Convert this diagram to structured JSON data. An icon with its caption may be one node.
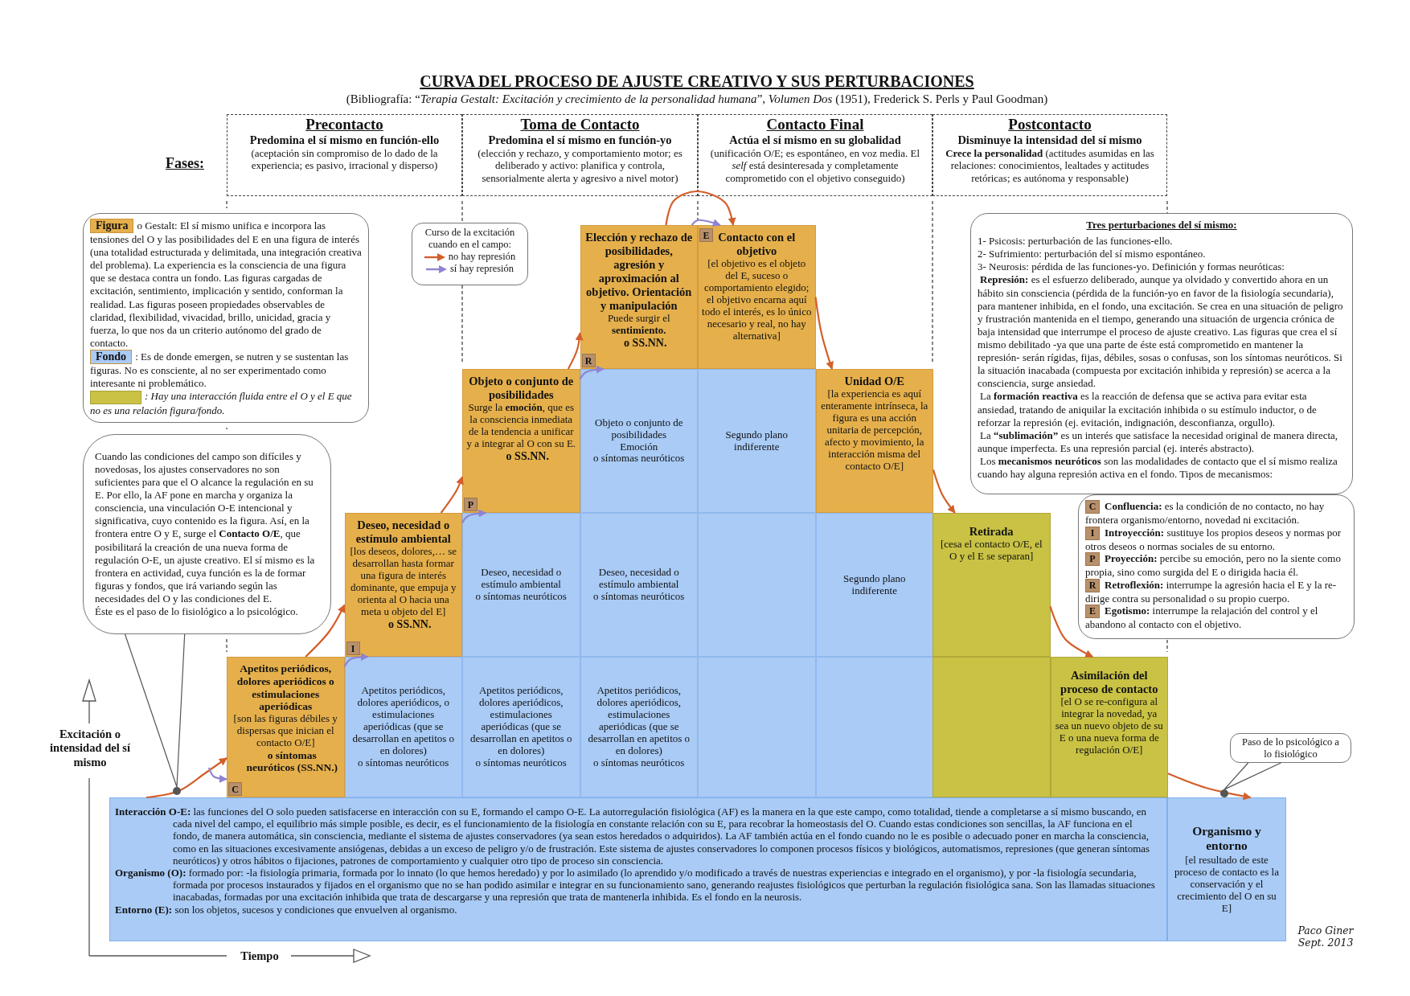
{
  "diagram": {
    "title": "CURVA DEL PROCESO DE AJUSTE CREATIVO Y SUS PERTURBACIONES",
    "nodes": [
      {
        "text": [
          "Precontacto",
          "Predomina el sí mismo en función-ello",
          "(aceptación sin compromiso de lo dado de la experiencia; es pasivo, irracional y disperso)"
        ]
      },
      {
        "text": [
          "Toma de Contacto",
          "Predomina el sí mismo en función-yo",
          "(elección y rechazo, y comportamiento motor; es deliberado y activo: planifica y controla, sensorialmente alerta y agresivo a nivel motor)"
        ]
      },
      {
        "text": [
          "Contacto Final",
          "Actúa el sí mismo en su globalidad",
          "(unificación O/E; es espontáneo, en voz media. El *self* está desinteresada y completamente comprometido con el objetivo conseguido)"
        ]
      },
      {
        "text": [
          "Postcontacto",
          "Disminuye la intensidad del sí mismo",
          "**Crece la personalidad** (actitudes asumidas en las relaciones: conocimientos, lealtades y actitudes retóricas; es autónoma y responsable)"
        ]
      },
      {
        "text": [
          "o Gestalt: El sí mismo unifica e incorpora las tensiones del O y las posibilidades del E en una figura de interés (una totalidad estructurada y delimitada, una integración creativa del problema). La experiencia es la consciencia de una figura que se destaca contra un fondo. Las figuras cargadas de excitación, sentimiento, implicación y sentido, conforman la realidad. Las figuras poseen propiedades observables de claridad, flexibilidad, vivacidad, brillo, unicidad, gracia y fuerza, lo que nos da un criterio autónomo del grado de contacto.",
          ": Es de donde emergen, se nutren y se sustentan las figuras. No es consciente, al no ser experimentado como interesante ni problemático."
        ]
      },
      {
        "text": [
          "Curso de la excitación cuando en el campo:"
        ]
      },
      {
        "text": [
          "Cuando las condiciones del campo son difíciles y novedosas, los ajustes conservadores no son suficientes para que el O alcance la regulación en su E. Por ello, la AF pone en marcha y organiza la consciencia, una vinculación O-E intencional y significativa, cuyo contenido es la figura. Así, en la frontera entre O y E, surge el **Contacto O/E**, que posibilitará la creación de una nueva forma de regulación O-E, un ajuste creativo. El sí mismo es la frontera en actividad, cuya función es la de formar figuras y fondos, que irá variando según las necesidades del O y las condiciones del E.",
          "Éste es el paso de lo fisiológico a lo psicológico."
        ]
      },
      {
        "text": [
          "Tres perturbaciones del sí mismo:",
          "1- Psicosis: perturbación de las funciones-ello.",
          "2- Sufrimiento: perturbación del sí mismo espontáneo.",
          "3- Neurosis: pérdida de las funciones-yo. Definición y formas neuróticas:",
          "**Represión:** es el esfuerzo deliberado, aunque ya olvidado y convertido ahora en un hábito sin consciencia (pérdida de la función-yo en favor de la fisiología secundaria), para mantener inhibida, en el fondo, una excitación. Se crea en una situación de peligro y frustración mantenida en el tiempo, generando una situación de urgencia crónica de baja intensidad que interrumpe el proceso de ajuste creativo. Las figuras que crea el sí mismo debilitado -ya que una parte de éste está comprometido en mantener la represión- serán rígidas, fijas, débiles, sosas o confusas, son los síntomas neuróticos. Si la situación inacabada (compuesta por excitación inhibida y represión) se acerca a la consciencia, surge ansiedad.",
          "La **formación reactiva** es la reacción de defensa que se activa para evitar esta ansiedad, tratando de aniquilar la excitación inhibida o su estímulo inductor, o de reforzar la represión (ej. evitación, indignación, desconfianza, orgullo).",
          "La **“sublimación”** es un interés que satisface la necesidad original de manera directa, aunque imperfecta. Es una represión parcial (ej. interés abstracto).",
          "Los **mecanismos neuróticos** son las modalidades de contacto que el sí mismo realiza cuando hay alguna represión activa en el fondo. Tipos de mecanismos:"
        ]
      },
      {
        "text": [
          "C",
          "**Confluencia:** es la condición de no contacto, no hay frontera organismo/entorno, novedad ni excitación.",
          "I",
          "**Introyección:** sustituye los propios deseos y normas por otros deseos o normas sociales de su entorno.",
          "P",
          "**Proyección:** percibe su emoción, pero no la siente como propia, sino como surgida del E o dirigida hacia él.",
          "R",
          "**Retroflexión:** interrumpe la agresión hacia el E y la re-dirige contra su personalidad o su propio cuerpo.",
          "E",
          "**Egotismo:** interrumpe la relajación del control y el abandono al contacto con el objetivo."
        ]
      },
      {
        "text": [
          "Apetitos periódicos, dolores aperiódicos o estimulaciones aperiódicas",
          "[son las figuras débiles y dispersas que inician el contacto O/E]",
          "o síntomas neuróticos (SS.NN.)",
          "C"
        ]
      },
      {
        "text": [
          "Apetitos periódicos, dolores aperiódicos, o estimulaciones aperiódicas (que se desarrollan en apetitos o en dolores)",
          "o síntomas neuróticos"
        ]
      },
      {
        "text": [
          "Deseo, necesidad o estímulo ambiental",
          "[los deseos, dolores,… se desarrollan hasta formar una figura de interés dominante, que empuja y orienta al O hacia una meta u objeto del E]",
          "o SS.NN.",
          "I"
        ]
      },
      {
        "text": [
          "Apetitos periódicos, dolores aperiódicos, estimulaciones aperiódicas (que se desarrollan en apetitos o en dolores)",
          "o síntomas neuróticos"
        ]
      },
      {
        "text": [
          "Deseo, necesidad o estímulo ambiental",
          "o síntomas neuróticos"
        ]
      },
      {
        "text": [
          "Objeto o conjunto de posibilidades",
          "Surge la **emoción**, que es la consciencia inmediata de la tendencia a unificar y a integrar al O con su E.",
          "o SS.NN.",
          "P"
        ]
      },
      {
        "text": [
          "Apetitos periódicos, dolores aperiódicos, estimulaciones aperiódicas (que se desarrollan en apetitos o en dolores)",
          "o síntomas neuróticos"
        ]
      },
      {
        "text": [
          "Deseo, necesidad o estímulo ambiental",
          "o síntomas neuróticos"
        ]
      },
      {
        "text": [
          "Objeto o conjunto de posibilidades",
          "Emoción",
          "o síntomas neuróticos"
        ]
      },
      {
        "text": [
          "Elección y rechazo de posibilidades, agresión y aproximación al objetivo. Orientación y manipulación",
          "Puede surgir el **sentimiento.**",
          "o SS.NN.",
          "R"
        ]
      },
      {
        "text": [],
        "shape": "box"
      },
      {
        "text": [],
        "shape": "box"
      },
      {
        "text": [
          "Segundo plano indiferente"
        ]
      },
      {
        "text": [
          "E",
          "Contacto con el objetivo",
          "[el objetivo es el objeto del E, suceso o comportamiento elegido; el objetivo encarna aquí todo el interés, es lo único necesario y real, no hay alternativa]"
        ]
      },
      {
        "text": [],
        "shape": "box"
      },
      {
        "text": [
          "Segundo plano indiferente"
        ]
      },
      {
        "text": [
          "Unidad O/E",
          "[la experiencia es aquí enteramente intrínseca, la figura es una acción unitaria de percepción, afecto y movimiento, la interacción misma del contacto O/E]"
        ]
      },
      {
        "text": [],
        "shape": "box"
      },
      {
        "text": [
          "Retirada",
          "[cesa el contacto O/E, el O y el E se separan]"
        ]
      },
      {
        "text": [
          "Asimilación del proceso de contacto",
          "[el O se re-configura al integrar la novedad, ya sea un nuevo objeto de su E o una nueva forma de regulación O/E]"
        ]
      },
      {
        "text": [
          "Paso de lo psicológico a lo fisiológico"
        ]
      },
      {
        "text": [],
        "shape": "circle"
      },
      {
        "text": [],
        "shape": "circle"
      },
      {
        "text": [
          "**Interacción O-E:** las funciones del O solo pueden satisfacerse en interacción con su E, formando el campo O-E. La autorregulación fisiológica (AF) es la manera en la que este campo, como totalidad, tiende a completarse a sí mismo buscando, en cada nivel del campo, el equilibrio más simple posible, es decir, es el funcionamiento de la fisiología en constante relación con su E, para recobrar la homeostasis del O. Cuando estas condiciones son sencillas, la AF funciona en el fondo, de manera automática, sin consciencia, mediante el sistema de ajustes conservadores (ya sean estos heredados o adquiridos). La AF también actúa en el fondo cuando no le es posible o adecuado poner en marcha la consciencia, como en las situaciones excesivamente ansiógenas, debidas a un exceso de peligro y/o de frustración. Este sistema de ajustes conservadores lo componen procesos físicos y biológicos, automatismos, represiones (que generan síntomas neuróticos) y otros hábitos o fijaciones, patrones de comportamiento y cualquier otro tipo de proceso sin consciencia.",
          "**Organismo (O):** formado por: -la fisiología primaria, formada por lo innato (lo que hemos heredado) y por lo asimilado (lo aprendido y/o modificado a través de nuestras experiencias e integrado en el organismo), y por -la fisiología secundaria, formada por procesos instaurados y fijados en el organismo que no se han podido asimilar e integrar en su funcionamiento sano, generando reajustes fisiológicos que perturban la regulación fisiológica sana. Son las llamadas situaciones inacabadas, formadas por una excitación inhibida que trata de descargarse y una represión que trata de mantenerla inhibida. Es el fondo en la neurosis.",
          "**Entorno (E):** son los objetos, sucesos y condiciones que envuelven al organismo."
        ]
      },
      {
        "text": [
          "Organismo y entorno",
          "[el resultado de este proceso de contacto es la conservación y el crecimiento del O en su E]"
        ]
      }
    ],
    "edges": [
      {
        "from": 32,
        "to": 9,
        "arrow": "to"
      },
      {
        "from": 9,
        "to": 11,
        "arrow": "to"
      },
      {
        "from": 11,
        "to": 14,
        "arrow": "to"
      },
      {
        "from": 14,
        "to": 18,
        "arrow": "to"
      },
      {
        "from": 18,
        "to": 22,
        "arrow": "to"
      },
      {
        "from": 22,
        "to": 25,
        "arrow": "to"
      },
      {
        "from": 25,
        "to": 27,
        "arrow": "to"
      },
      {
        "from": 27,
        "to": 28,
        "arrow": "to"
      },
      {
        "from": 28,
        "to": 33,
        "arrow": "to"
      },
      {
        "from": 6,
        "to": 30,
        "arrow": "none",
        "color": "#555555"
      },
      {
        "from": 29,
        "to": 31,
        "arrow": "none",
        "color": "#555555"
      },
      {
        "from": null,
        "to": 9,
        "arrow": "to",
        "color": "#8e83d3"
      },
      {
        "from": 9,
        "to": 10,
        "arrow": "to",
        "color": "#8e83d3"
      },
      {
        "from": 11,
        "to": 13,
        "arrow": "to",
        "color": "#8e83d3"
      },
      {
        "from": 14,
        "to": 17,
        "arrow": "to",
        "color": "#8e83d3"
      },
      {
        "from": 18,
        "to": 22,
        "arrow": "to",
        "color": "#8e83d3"
      }
    ],
    "labels": [
      "(Bibliografía: “*Terapia Gestalt: Excitación y crecimiento de la personalidad humana*”, *Volumen Dos* (1951), Frederick S. Perls y Paul Goodman)",
      "Fases:",
      "Excitación o intensidad del sí mismo",
      "Tiempo",
      "Paco Giner Sept. 2013"
    ],
    "legend": [
      {
        "text": "Figura",
        "color": "#e5b04c"
      },
      {
        "text": "Fondo",
        "color": "#a9cbf6"
      },
      {
        "text": ": Hay una interacción fluida entre el O y el E que no es una relación figura/fondo.",
        "color": "#c9c244"
      },
      {
        "text": "no hay represión"
      },
      {
        "text": "sí hay represión"
      }
    ]
  }
}
